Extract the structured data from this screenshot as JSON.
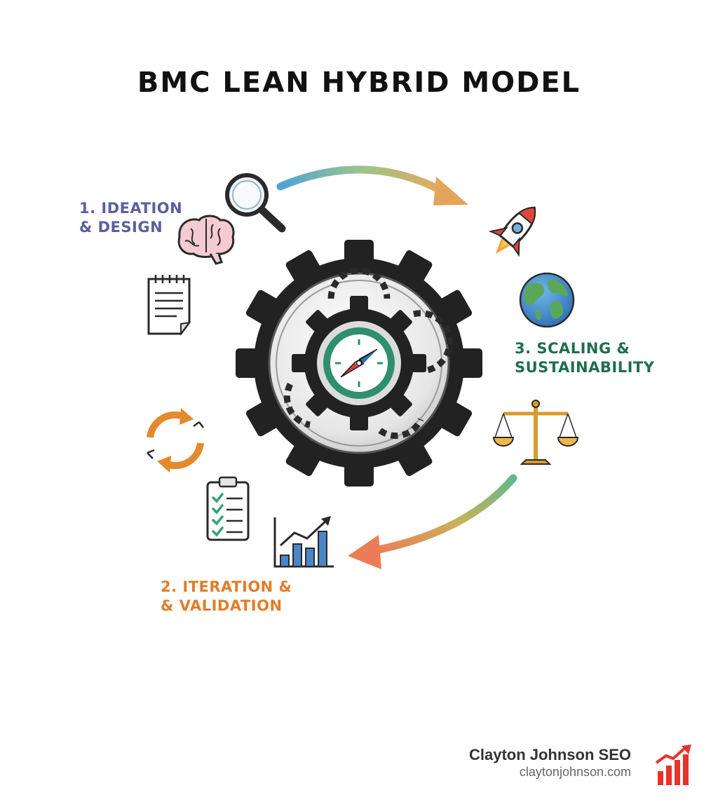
{
  "title": "BMC LEAN HYBRID MODEL",
  "stages": [
    {
      "line1": "1. IDEATION",
      "line2": "& DESIGN",
      "color": "#5a5f9e"
    },
    {
      "line1": "2. ITERATION &",
      "line2": "& VALIDATION",
      "color": "#e07d2a"
    },
    {
      "line1": "3. SCALING &",
      "line2": "SUSTAINABILITY",
      "color": "#1f6e4e"
    }
  ],
  "icons": [
    "magnifier-icon",
    "brain-icon",
    "notepad-icon",
    "cycle-icon",
    "checklist-icon",
    "bar-chart-icon",
    "rocket-icon",
    "globe-icon",
    "scales-icon",
    "gear-compass-icon"
  ],
  "brand": {
    "name": "Clayton Johnson SEO",
    "url": "claytonjohnson.com",
    "accent": "#e8322b"
  }
}
